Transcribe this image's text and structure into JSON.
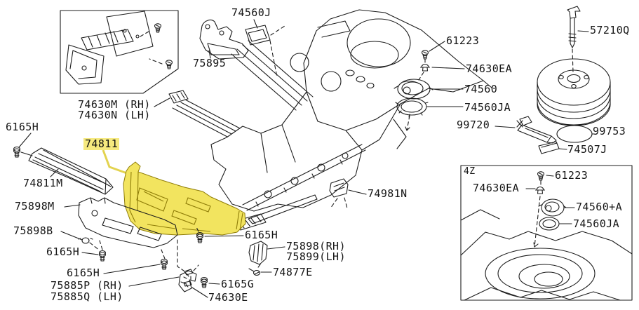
{
  "callouts": {
    "c74560J": "74560J",
    "c75895": "75895",
    "c74630M_RH": "74630M (RH)",
    "c74630N_LH": "74630N (LH)",
    "c6165H_a": "6165H",
    "c74811": "74811",
    "c74811M": "74811M",
    "c75898M": "75898M",
    "c75898B": "75898B",
    "c6165H_b": "6165H",
    "c6165H_c": "6165H",
    "c75885P_RH": "75885P (RH)",
    "c75885Q_LH": "75885Q (LH)",
    "c6165H_d": "6165H",
    "c75898_RH": "75898(RH)",
    "c75899_LH": "75899(LH)",
    "c74877E": "74877E",
    "c6165G": "6165G",
    "c74630E": "74630E",
    "c74981N": "74981N",
    "c61223": "61223",
    "c74630EA": "74630EA",
    "c74560": "74560",
    "c74560JA": "74560JA",
    "c99720": "99720",
    "c57210Q": "57210Q",
    "c99753": "99753",
    "c74507J": "74507J"
  },
  "inset": {
    "corner_code": "4Z",
    "c61223": "61223",
    "c74630EA": "74630EA",
    "c74560_A": "74560+A",
    "c74560JA": "74560JA"
  },
  "style": {
    "highlight_label_bg": "#f6e97e",
    "highlight_part_fill": "#f2e45f",
    "highlight_part_stroke": "#8f7d08",
    "line_color": "#1c1c1c",
    "background": "#ffffff"
  }
}
